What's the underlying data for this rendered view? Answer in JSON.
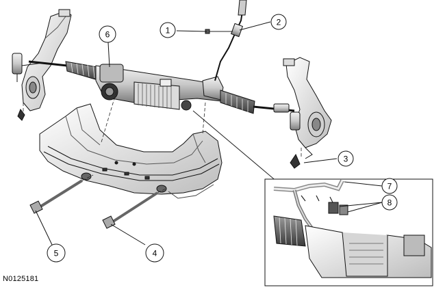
{
  "figure_id": "N0125181",
  "callouts": [
    {
      "number": "1"
    },
    {
      "number": "2"
    },
    {
      "number": "3"
    },
    {
      "number": "4"
    },
    {
      "number": "5"
    },
    {
      "number": "6"
    },
    {
      "number": "7"
    },
    {
      "number": "8"
    }
  ]
}
